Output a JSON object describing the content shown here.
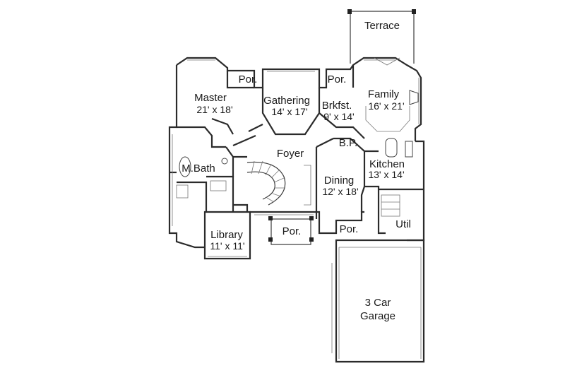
{
  "rooms": {
    "terrace": {
      "name": "Terrace"
    },
    "master": {
      "name": "Master",
      "size": "21' x 18'"
    },
    "por_master": {
      "name": "Por."
    },
    "gathering": {
      "name": "Gathering",
      "size": "14' x 17'"
    },
    "por_brkfst": {
      "name": "Por."
    },
    "brkfst": {
      "name": "Brkfst.",
      "size": "9' x 14'"
    },
    "family": {
      "name": "Family",
      "size": "16' x 21'"
    },
    "foyer": {
      "name": "Foyer"
    },
    "bp": {
      "name": "B.P."
    },
    "mbath": {
      "name": "M.Bath"
    },
    "kitchen": {
      "name": "Kitchen",
      "size": "13' x 14'"
    },
    "dining": {
      "name": "Dining",
      "size": "12' x 18'"
    },
    "library": {
      "name": "Library",
      "size": "11' x 11'"
    },
    "por_front": {
      "name": "Por."
    },
    "por_side": {
      "name": "Por."
    },
    "util": {
      "name": "Util"
    },
    "garage": {
      "name": "3 Car",
      "name2": "Garage"
    }
  }
}
